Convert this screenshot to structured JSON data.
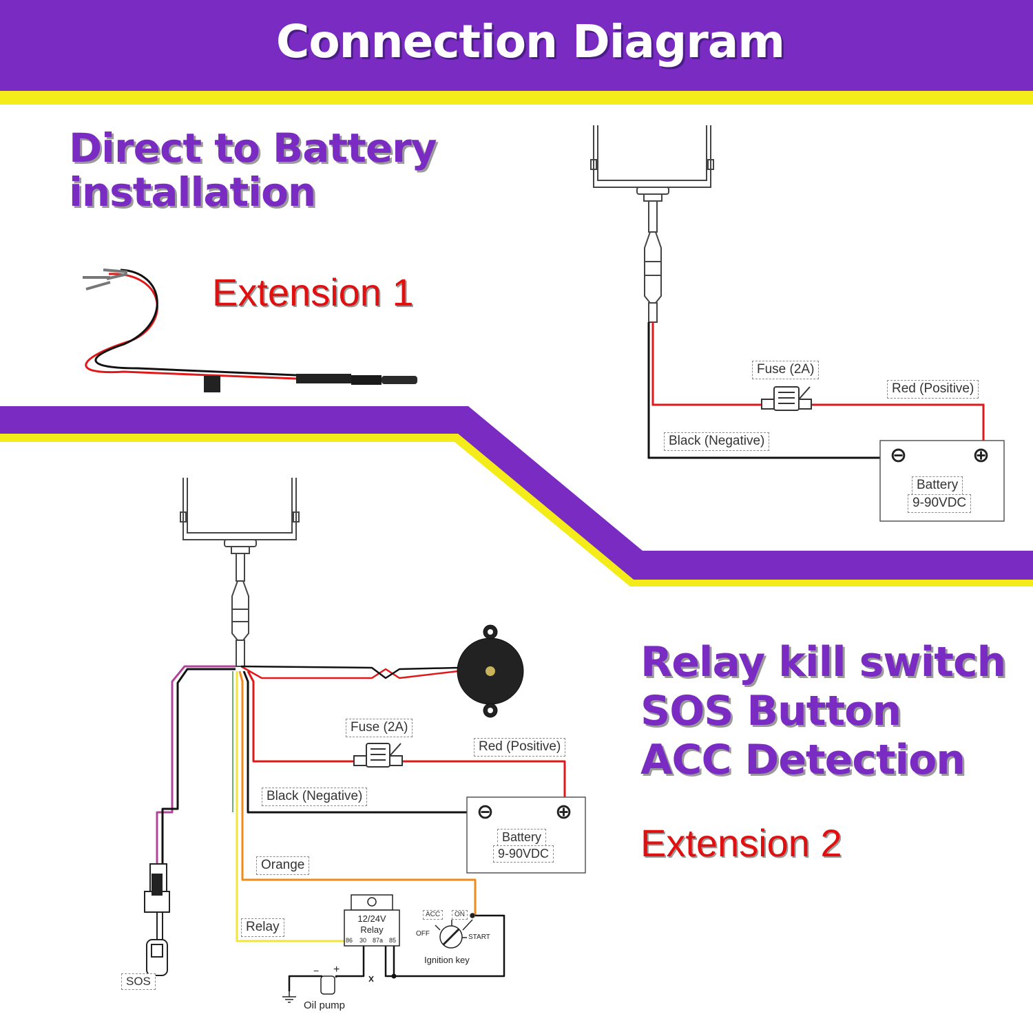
{
  "header": {
    "title": "Connection Diagram"
  },
  "direct": {
    "heading_line1": "Direct to Battery",
    "heading_line2": "installation",
    "extension_label": "Extension 1",
    "fuse_label": "Fuse (2A)",
    "red_label": "Red (Positive)",
    "black_label": "Black (Negative)",
    "battery_line1": "Battery",
    "battery_line2": "9-90VDC",
    "minus_symbol": "⊖",
    "plus_symbol": "⊕"
  },
  "relay": {
    "heading_line1": "Relay kill switch",
    "heading_line2": "SOS Button",
    "heading_line3": "ACC Detection",
    "extension_label": "Extension 2",
    "fuse_label": "Fuse (2A)",
    "red_label": "Red (Positive)",
    "black_label": "Black (Negative)",
    "battery_line1": "Battery",
    "battery_line2": "9-90VDC",
    "minus_symbol": "⊖",
    "plus_symbol": "⊕",
    "orange_label": "Orange",
    "relay_label": "Relay",
    "sos_label": "SOS",
    "relay_box_line1": "12/24V",
    "relay_box_line2": "Relay",
    "relay_pin_86": "86",
    "relay_pin_30": "30",
    "relay_pin_87a": "87a",
    "relay_pin_85": "85",
    "acc_label": "ACC",
    "on_label": "ON",
    "off_label": "OFF",
    "start_label": "START",
    "ignition_label": "Ignition key",
    "oil_pump_label": "Oil pump",
    "pump_minus": "−",
    "pump_plus": "+"
  },
  "colors": {
    "purple": "#7a2cc2",
    "yellow": "#f4ec1a",
    "wire_red": "#e01818",
    "wire_black": "#111111",
    "wire_orange": "#f08a1a",
    "wire_yellow": "#f2e43a",
    "wire_purple": "#b0449a"
  }
}
